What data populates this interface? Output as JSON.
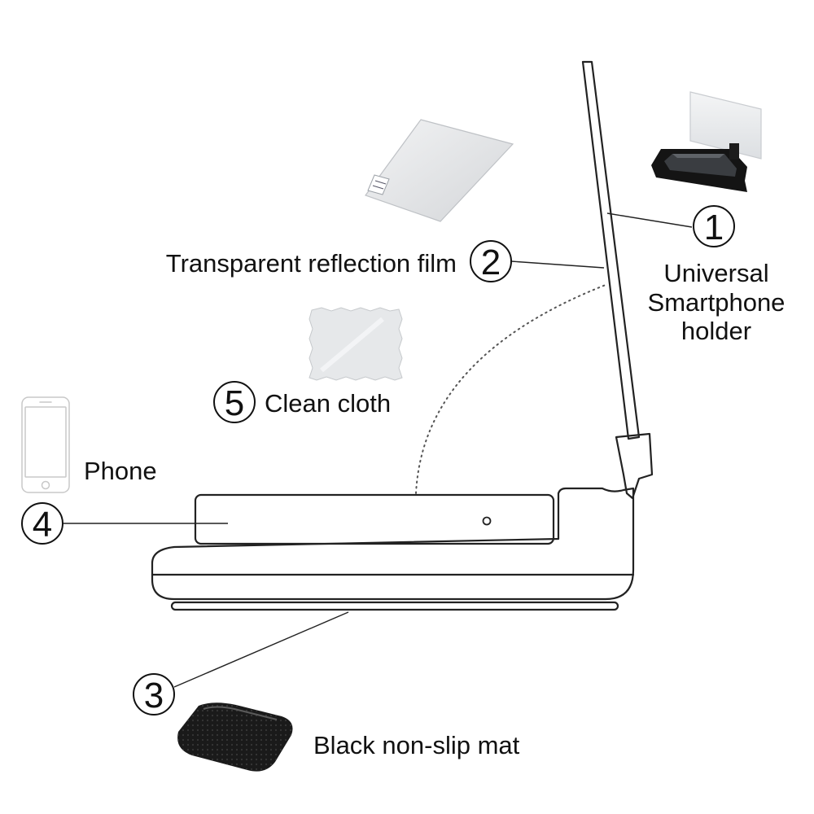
{
  "diagram": {
    "callouts": [
      {
        "id": "holder",
        "number": "1",
        "label_lines": [
          "Universal",
          "Smartphone",
          "holder"
        ]
      },
      {
        "id": "film",
        "number": "2",
        "label_lines": [
          "Transparent reflection film"
        ]
      },
      {
        "id": "mat",
        "number": "3",
        "label_lines": [
          "Black non-slip mat"
        ]
      },
      {
        "id": "phone",
        "number": "4",
        "label_lines": [
          "Phone"
        ]
      },
      {
        "id": "cloth",
        "number": "5",
        "label_lines": [
          "Clean cloth"
        ]
      }
    ]
  },
  "colors": {
    "stroke": "#222222",
    "film": "#e2e4e6",
    "cloth": "#e6e8ea",
    "mat": "#1a1a1a",
    "phone_outline": "#c8c8c8"
  }
}
